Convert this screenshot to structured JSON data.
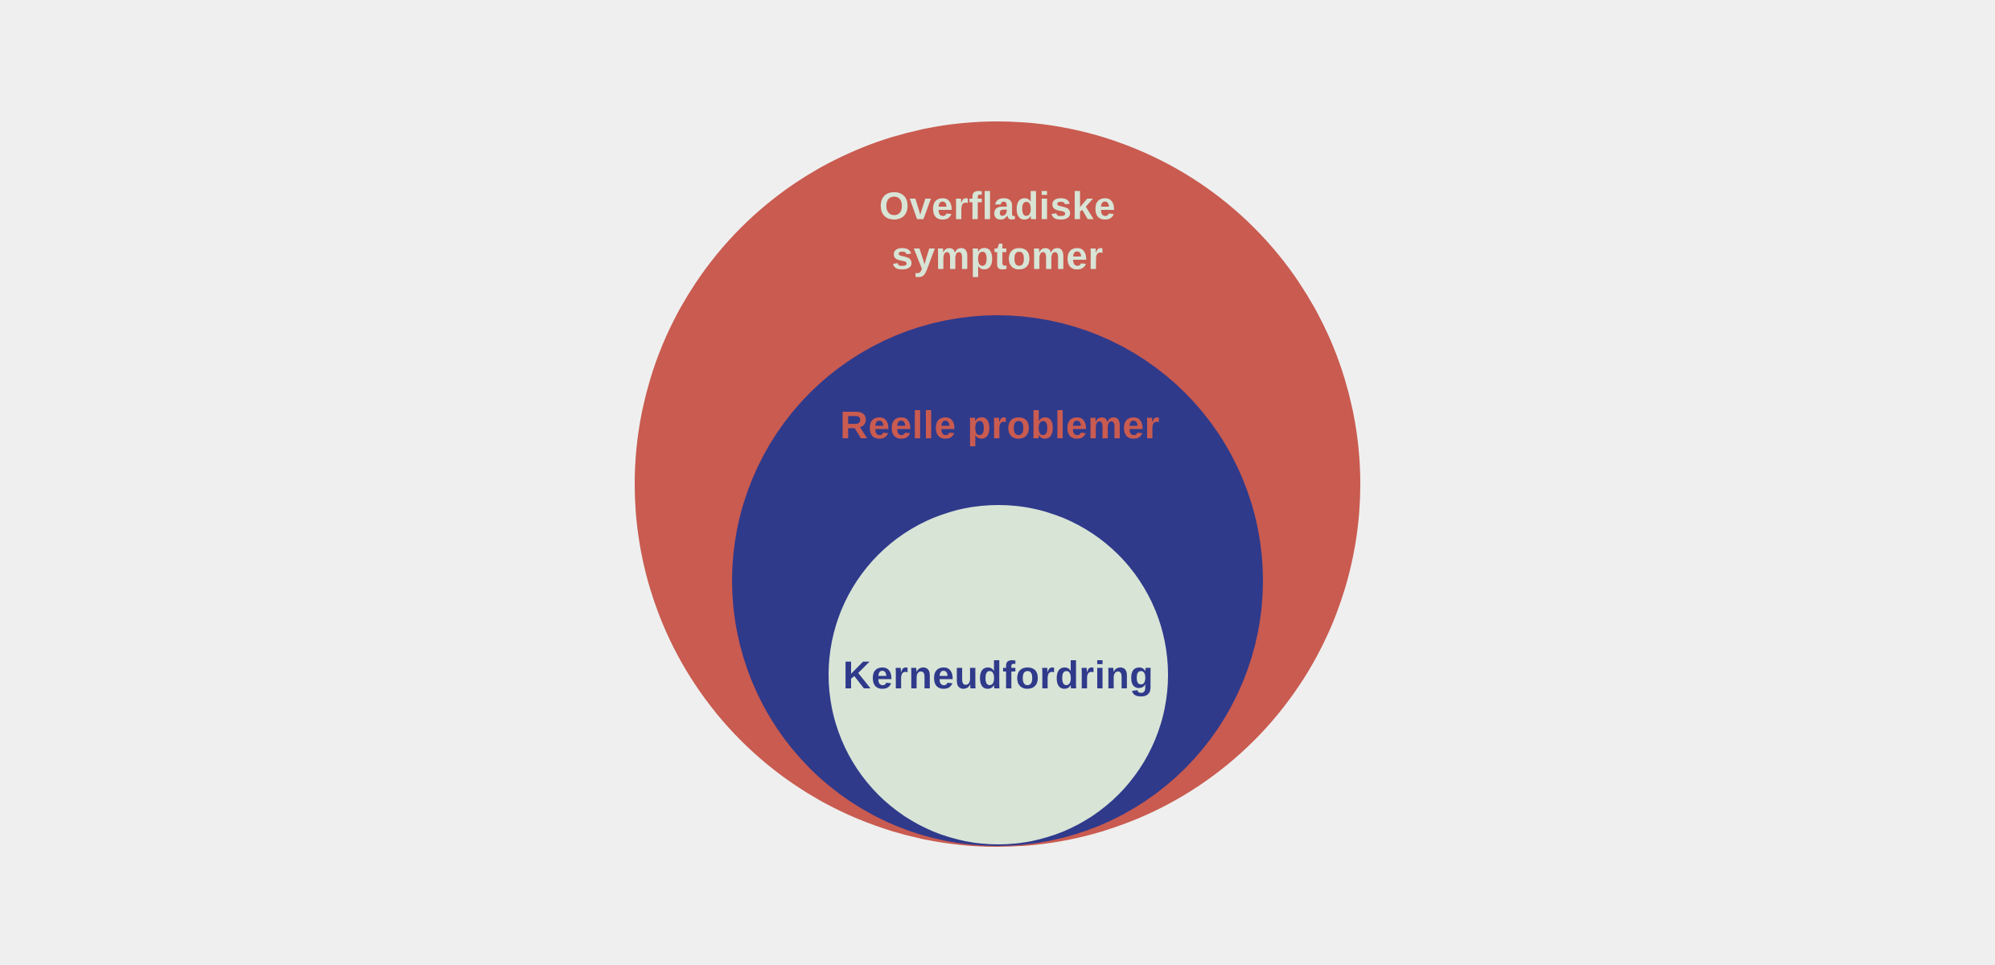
{
  "colors": {
    "background": "#efefef",
    "red": "#c95b50",
    "blue": "#2f3a8b",
    "mint": "#d8e4d6"
  },
  "diagram": {
    "type": "nested-circles",
    "layers": [
      {
        "name": "outer-symptoms",
        "label": "Overfladiske symptomer",
        "fill": "#c95b50",
        "text_color": "#d8e4d6"
      },
      {
        "name": "middle-problems",
        "label": "Reelle problemer",
        "fill": "#2f3a8b",
        "text_color": "#c95b50"
      },
      {
        "name": "inner-core",
        "label": "Kerneudfordring",
        "fill": "#d8e4d6",
        "text_color": "#2f3a8b"
      }
    ]
  }
}
